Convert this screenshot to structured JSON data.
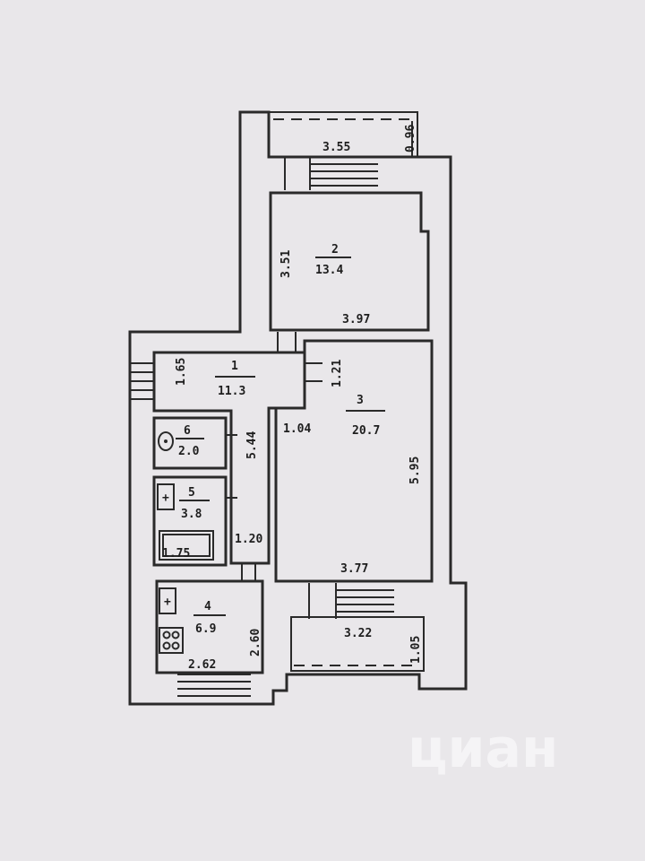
{
  "rooms": [
    {
      "number": "1",
      "area": "11.3"
    },
    {
      "number": "2",
      "area": "13.4"
    },
    {
      "number": "3",
      "area": "20.7"
    },
    {
      "number": "4",
      "area": "6.9"
    },
    {
      "number": "5",
      "area": "3.8"
    },
    {
      "number": "6",
      "area": "2.0"
    }
  ],
  "dimensions": {
    "balcony_top_width": "3.55",
    "balcony_top_depth": "0.96",
    "room2_height": "3.51",
    "room2_width": "3.97",
    "hall_height": "1.65",
    "hall_passage": "1.21",
    "hall_inner": "1.04",
    "corridor_length": "5.44",
    "room3_height": "5.95",
    "room3_width": "3.77",
    "corridor_width": "1.20",
    "bath_width": "1.75",
    "kitchen_height": "2.60",
    "kitchen_width": "2.62",
    "balcony_bottom_width": "3.22",
    "balcony_bottom_depth": "1.05"
  },
  "watermark": "циан"
}
